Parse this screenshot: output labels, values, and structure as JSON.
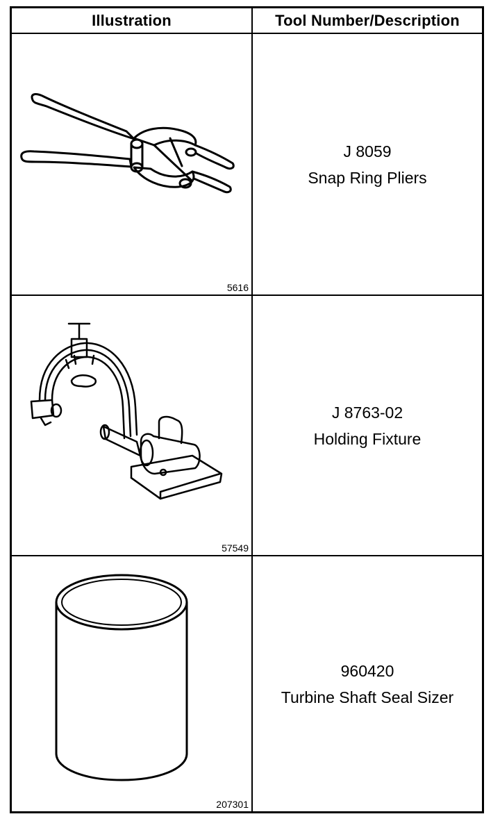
{
  "header": {
    "col1": "Illustration",
    "col2": "Tool Number/Description"
  },
  "rows": [
    {
      "tool_number": "J 8059",
      "description": "Snap Ring Pliers",
      "figure_id": "5616",
      "icon": "snap-ring-pliers-drawing"
    },
    {
      "tool_number": "J 8763-02",
      "description": "Holding Fixture",
      "figure_id": "57549",
      "icon": "holding-fixture-drawing"
    },
    {
      "tool_number": "960420",
      "description": "Turbine Shaft Seal Sizer",
      "figure_id": "207301",
      "icon": "seal-sizer-cylinder-drawing"
    }
  ]
}
